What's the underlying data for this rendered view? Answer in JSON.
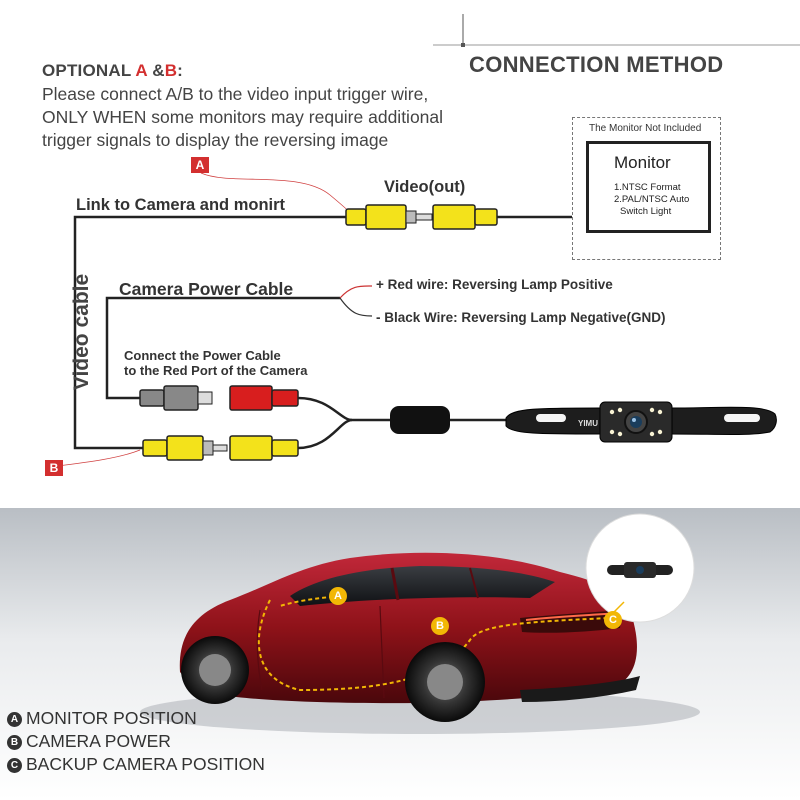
{
  "optional": {
    "prefix": "OPTIONAL ",
    "a": "A",
    "middle": " &",
    "b": "B",
    "suffix": ":",
    "line1": "Please connect A/B to the video input trigger wire,",
    "line2": "ONLY WHEN some monitors may require additional",
    "line3": "trigger signals to display the reversing image"
  },
  "title": "CONNECTION METHOD",
  "labels": {
    "link_to_camera": "Link to Camera and monirt",
    "video_out": "Video(out)",
    "video_cable": "Video cable",
    "camera_power_cable": "Camera Power Cable",
    "red_wire": "+ Red wire: Reversing Lamp Positive",
    "black_wire": "- Black Wire: Reversing Lamp Negative(GND)",
    "connect_power_line1": "Connect the Power Cable",
    "connect_power_line2": "to the Red Port of the Camera",
    "camera_brand": "YIMU"
  },
  "monitor": {
    "note": "The Monitor Not Included",
    "title": "Monitor",
    "spec1": "1.NTSC Format",
    "spec2": "2.PAL/NTSC Auto",
    "spec3": "Switch Light"
  },
  "badges": {
    "a": "A",
    "b": "B",
    "c": "C"
  },
  "legend": [
    {
      "letter": "A",
      "text": "MONITOR POSITION"
    },
    {
      "letter": "B",
      "text": "CAMERA POWER"
    },
    {
      "letter": "C",
      "text": "BACKUP CAMERA POSITION"
    }
  ],
  "colors": {
    "accent_red": "#d32f2f",
    "rca_yellow": "#f3e21b",
    "rca_red": "#d81e1e",
    "car_red": "#8e1219",
    "marker_yellow": "#f2b705",
    "cable": "#222222"
  }
}
